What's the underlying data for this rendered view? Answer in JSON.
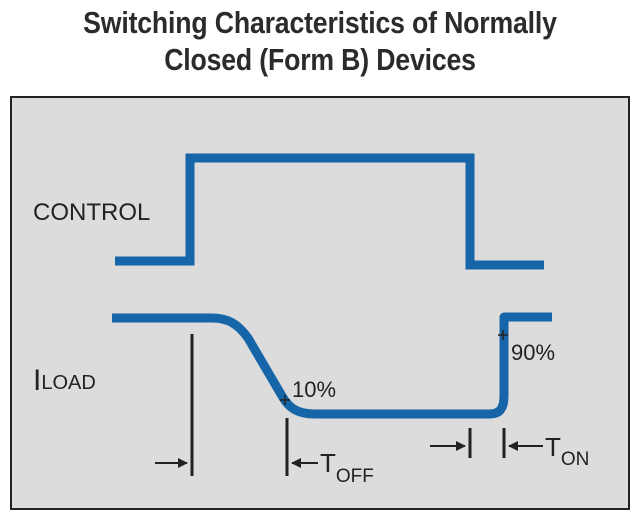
{
  "title": {
    "line1": "Switching Characteristics of Normally",
    "line2": "Closed (Form B) Devices"
  },
  "labels": {
    "control": "CONTROL",
    "iload_main": "I",
    "iload_sub": "LOAD",
    "pct10": "10%",
    "pct90": "90%",
    "toff_main": "T",
    "toff_sub": "OFF",
    "ton_main": "T",
    "ton_sub": "ON"
  },
  "colors": {
    "waveform": "#1565a8",
    "panel": "#dcdcdc",
    "ink": "#222222"
  }
}
